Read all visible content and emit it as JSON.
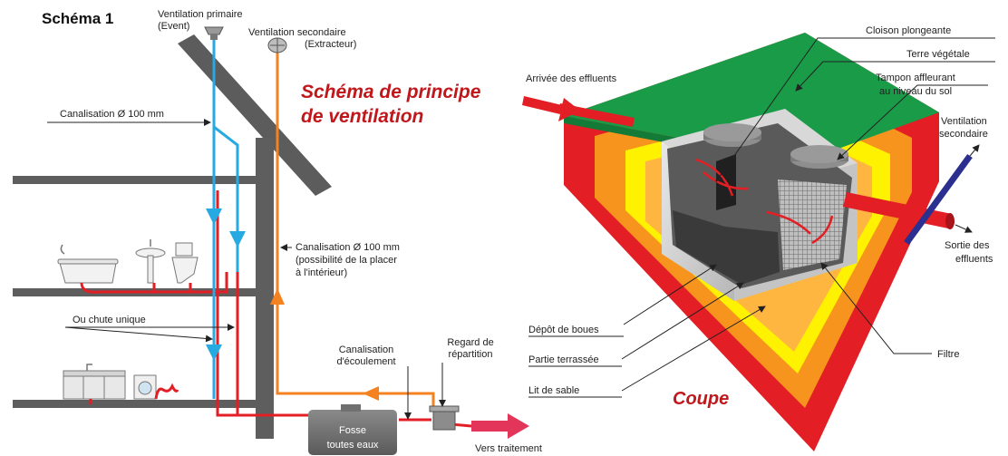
{
  "title": "Schéma 1",
  "diagram_title_line1": "Schéma de principe",
  "diagram_title_line2": "de ventilation",
  "coupe_label": "Coupe",
  "left": {
    "vent_primaire_l1": "Ventilation primaire",
    "vent_primaire_l2": "(Event)",
    "vent_secondaire_l1": "Ventilation secondaire",
    "vent_secondaire_l2": "(Extracteur)",
    "canalisation_top": "Canalisation Ø 100 mm",
    "canalisation_mid_l1": "Canalisation Ø 100 mm",
    "canalisation_mid_l2": "(possibilité de la placer",
    "canalisation_mid_l3": "à l'intérieur)",
    "chute_unique": "Ou chute unique",
    "ecoulement_l1": "Canalisation",
    "ecoulement_l2": "d'écoulement",
    "regard_l1": "Regard de",
    "regard_l2": "répartition",
    "fosse_l1": "Fosse",
    "fosse_l2": "toutes eaux",
    "vers_traitement": "Vers traitement"
  },
  "right": {
    "arrivee": "Arrivée des effluents",
    "cloison": "Cloison plongeante",
    "terre": "Terre végétale",
    "tampon_l1": "Tampon affleurant",
    "tampon_l2": "au niveau du sol",
    "ventilation_l1": "Ventilation",
    "ventilation_l2": "secondaire",
    "sortie_l1": "Sortie des",
    "sortie_l2": "effluents",
    "depot": "Dépôt de boues",
    "partie": "Partie terrassée",
    "lit": "Lit de sable",
    "filtre": "Filtre"
  },
  "colors": {
    "blue_pipe": "#27a9e1",
    "orange_pipe": "#f58220",
    "red_pipe": "#e31e24",
    "grass": "#1a9b48",
    "ground_red": "#e31e24",
    "ground_orange": "#f7941d",
    "sand_yellow": "#fff200",
    "wall_grey": "#595959"
  }
}
